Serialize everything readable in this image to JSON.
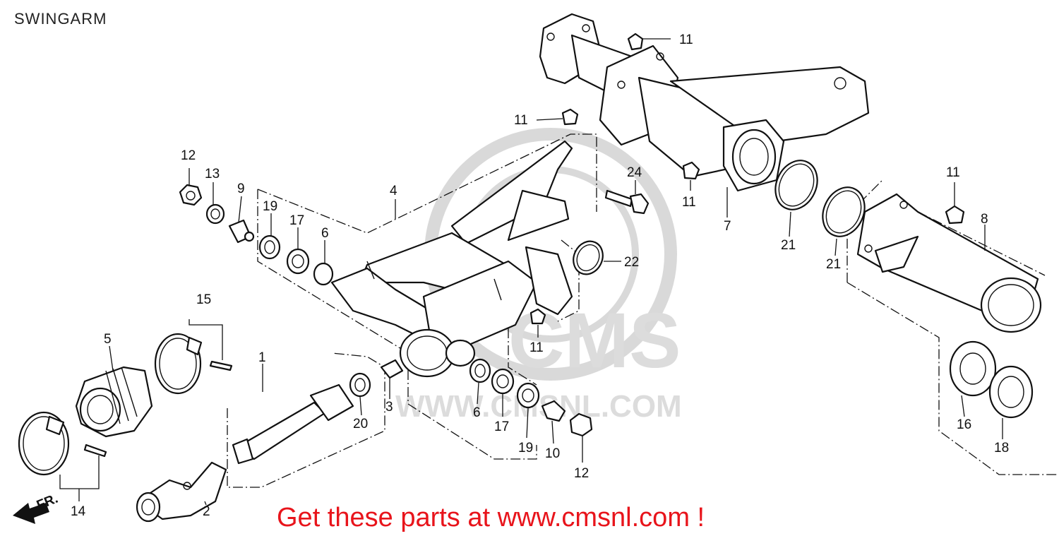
{
  "title": "SWINGARM",
  "banner": "Get these parts at www.cmsnl.com !",
  "front_marker": "FR.",
  "watermark": {
    "brand": "CMS",
    "site": "WWW.CMSNL.COM"
  },
  "colors": {
    "banner": "#e8141b",
    "line": "#111111",
    "watermark": "#d9d9d9"
  },
  "callouts": [
    {
      "id": "c1",
      "label": "1"
    },
    {
      "id": "c2",
      "label": "2"
    },
    {
      "id": "c3",
      "label": "3"
    },
    {
      "id": "c4",
      "label": "4"
    },
    {
      "id": "c5",
      "label": "5"
    },
    {
      "id": "c6a",
      "label": "6"
    },
    {
      "id": "c6b",
      "label": "6"
    },
    {
      "id": "c7",
      "label": "7"
    },
    {
      "id": "c8",
      "label": "8"
    },
    {
      "id": "c9",
      "label": "9"
    },
    {
      "id": "c10",
      "label": "10"
    },
    {
      "id": "c11a",
      "label": "11"
    },
    {
      "id": "c11b",
      "label": "11"
    },
    {
      "id": "c11c",
      "label": "11"
    },
    {
      "id": "c11d",
      "label": "11"
    },
    {
      "id": "c11e",
      "label": "11"
    },
    {
      "id": "c12a",
      "label": "12"
    },
    {
      "id": "c12b",
      "label": "12"
    },
    {
      "id": "c13",
      "label": "13"
    },
    {
      "id": "c14",
      "label": "14"
    },
    {
      "id": "c15",
      "label": "15"
    },
    {
      "id": "c16",
      "label": "16"
    },
    {
      "id": "c17a",
      "label": "17"
    },
    {
      "id": "c17b",
      "label": "17"
    },
    {
      "id": "c18",
      "label": "18"
    },
    {
      "id": "c19a",
      "label": "19"
    },
    {
      "id": "c19b",
      "label": "19"
    },
    {
      "id": "c20",
      "label": "20"
    },
    {
      "id": "c21a",
      "label": "21"
    },
    {
      "id": "c21b",
      "label": "21"
    },
    {
      "id": "c22",
      "label": "22"
    },
    {
      "id": "c24",
      "label": "24"
    }
  ]
}
